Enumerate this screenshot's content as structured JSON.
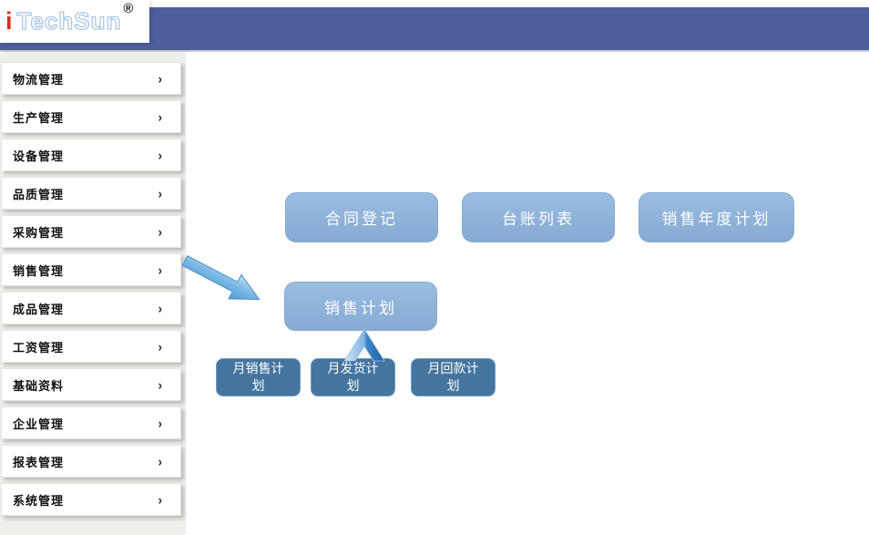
{
  "header": {
    "logo_i": "i",
    "logo_brand": "TechSun",
    "logo_registered": "®"
  },
  "sidebar": {
    "chevron": "›",
    "items": [
      "物流管理",
      "生产管理",
      "设备管理",
      "品质管理",
      "采购管理",
      "销售管理",
      "成品管理",
      "工资管理",
      "基础资料",
      "企业管理",
      "报表管理",
      "系统管理"
    ]
  },
  "diagram": {
    "top_buttons": [
      "合同登记",
      "台账列表",
      "销售年度计划"
    ],
    "mid_button": "销售计划",
    "sub_buttons": [
      "月销售计划",
      "月发货计划",
      "月回款计划"
    ]
  },
  "colors": {
    "header_bar": "#4e5f9e",
    "big_button": "#8fb2d9",
    "small_button": "#45749f",
    "arrow_fill": "#5ea3dc",
    "logo_red": "#d92b21",
    "logo_outline": "#a9c7ea"
  }
}
